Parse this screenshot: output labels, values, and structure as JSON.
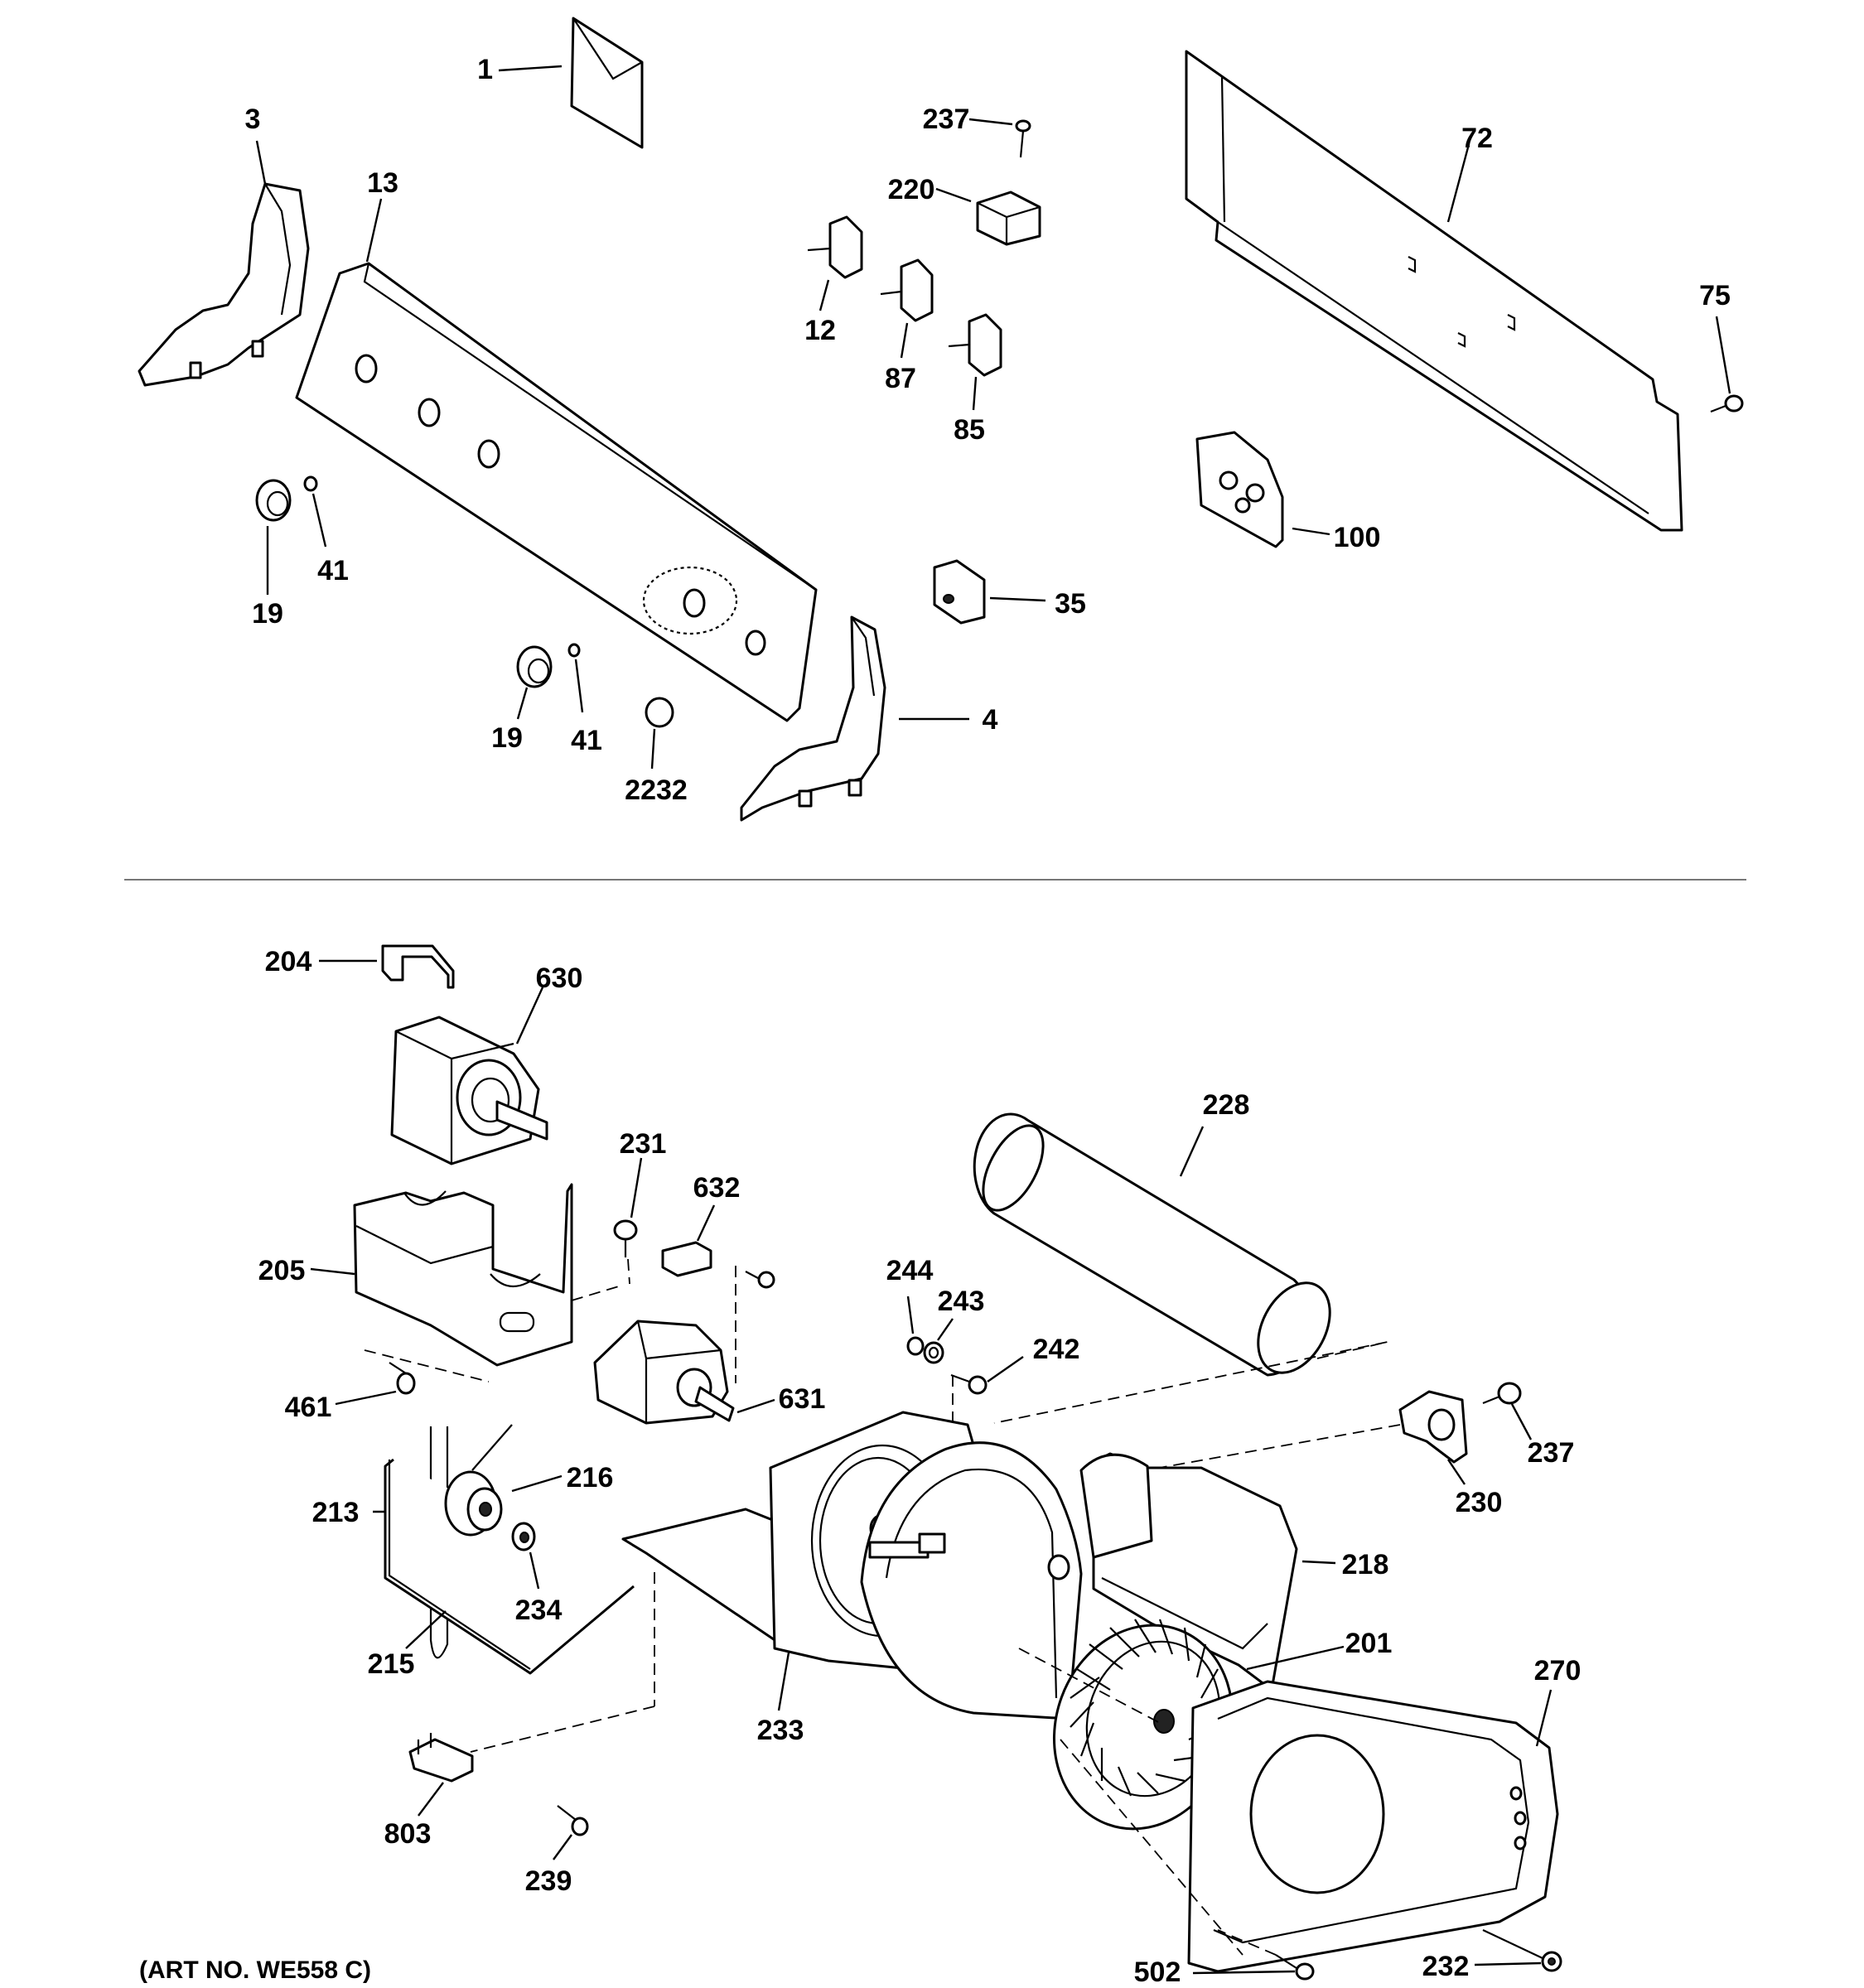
{
  "labels": {
    "p1": "1",
    "p3": "3",
    "p13": "13",
    "p237a": "237",
    "p220": "220",
    "p72": "72",
    "p12": "12",
    "p87": "87",
    "p85": "85",
    "p75": "75",
    "p41a": "41",
    "p19a": "19",
    "p100": "100",
    "p35": "35",
    "p19b": "19",
    "p41b": "41",
    "p2232": "2232",
    "p4": "4",
    "p204": "204",
    "p630": "630",
    "p228": "228",
    "p231": "231",
    "p632": "632",
    "p205": "205",
    "p244": "244",
    "p243": "243",
    "p242": "242",
    "p461": "461",
    "p631": "631",
    "p237b": "237",
    "p230": "230",
    "p216": "216",
    "p213": "213",
    "p218": "218",
    "p234": "234",
    "p201": "201",
    "p215": "215",
    "p270": "270",
    "p233": "233",
    "p803": "803",
    "p239": "239",
    "p502": "502",
    "p232": "232"
  },
  "art_number": "(ART NO. WE558 C)"
}
